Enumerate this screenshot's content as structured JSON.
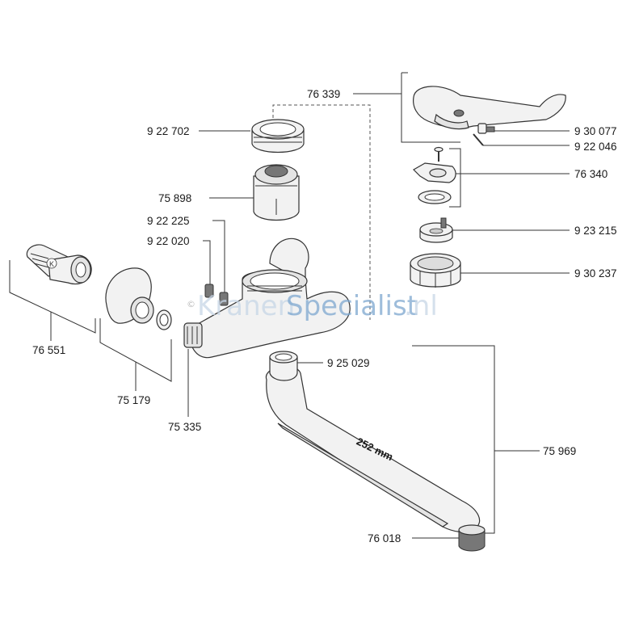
{
  "labels": {
    "p76339": "76 339",
    "p930077": "9 30 077",
    "p922046": "9 22 046",
    "p76340": "76 340",
    "p923215": "9 23 215",
    "p930237": "9 30 237",
    "p922702": "9 22 702",
    "p75898": "75 898",
    "p922225": "9 22 225",
    "p922020": "9 22 020",
    "p76551": "76 551",
    "p75179": "75 179",
    "p75335": "75 335",
    "p925029": "9 25 029",
    "p75969": "75 969",
    "p76018": "76 018"
  },
  "dimension": "252 mm",
  "part_marking": "K",
  "watermark": {
    "copyright": "©",
    "part1": "Kranen",
    "part2": "Specialist",
    "part3": ".nl"
  }
}
